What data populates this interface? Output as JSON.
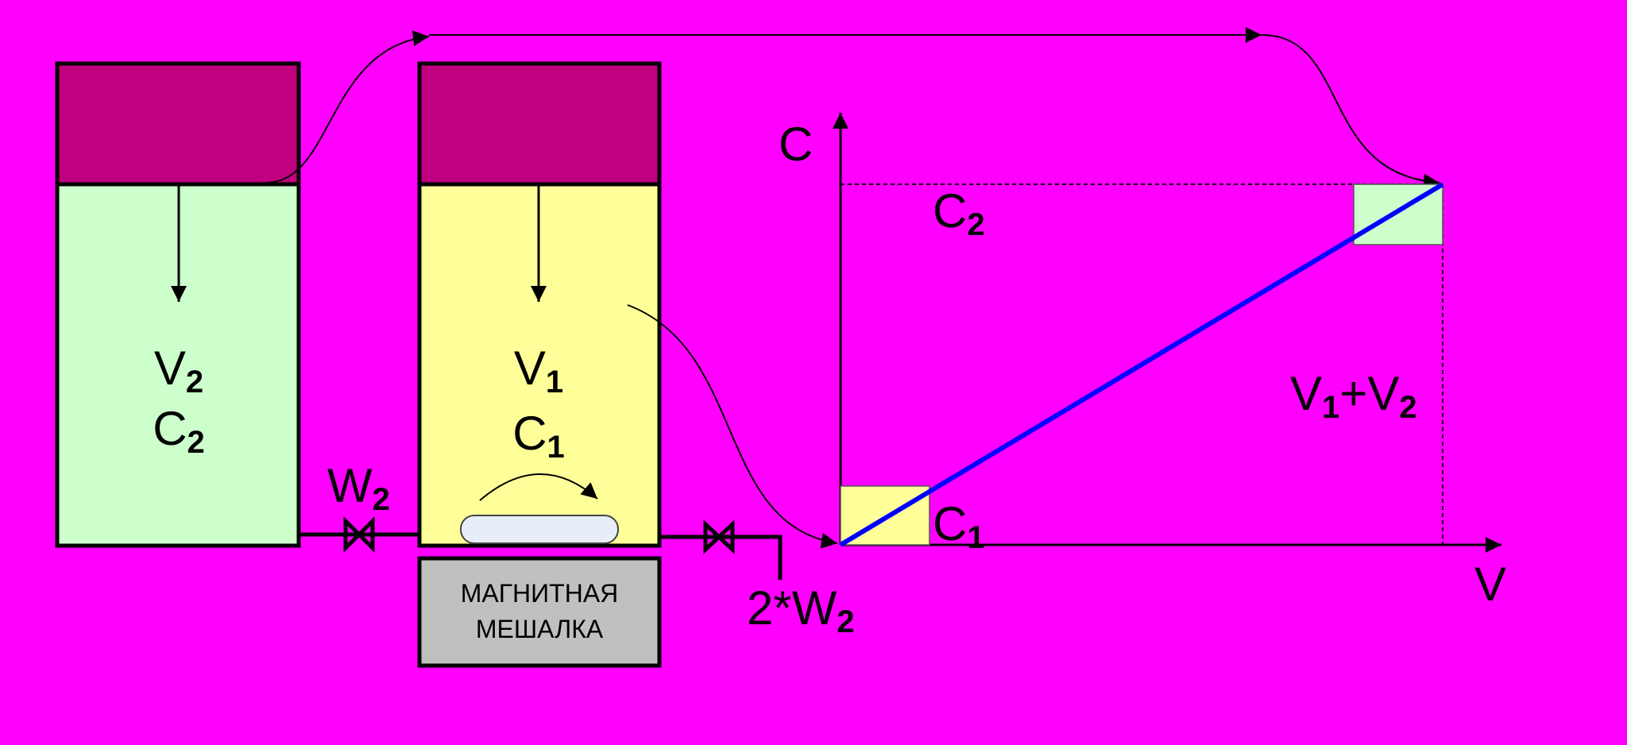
{
  "colors": {
    "background": "#ff00ff",
    "tank_top": "#c0007f",
    "tank2_liquid": "#ccffcc",
    "tank1_liquid": "#ffff99",
    "stirrer": "#c0c0c0",
    "stir_bar": "#e8eef8",
    "mix_line": "#0000ff"
  },
  "tank2": {
    "volume": "V",
    "volume_sub": "2",
    "conc": "C",
    "conc_sub": "2"
  },
  "valve_in": {
    "label": "W",
    "sub": "2"
  },
  "tank1": {
    "volume": "V",
    "volume_sub": "1",
    "conc": "C",
    "conc_sub": "1"
  },
  "stirrer": {
    "line1": "МАГНИТНАЯ",
    "line2": "МЕШАЛКА"
  },
  "valve_out": {
    "prefix": "2*W",
    "sub": "2"
  },
  "graph": {
    "y_axis": "C",
    "x_axis": "V",
    "c2": {
      "main": "C",
      "sub": "2"
    },
    "c1": {
      "main": "C",
      "sub": "1"
    },
    "sum": {
      "v1": "V",
      "v1_sub": "1",
      "plus": "+V",
      "v2_sub": "2"
    }
  }
}
